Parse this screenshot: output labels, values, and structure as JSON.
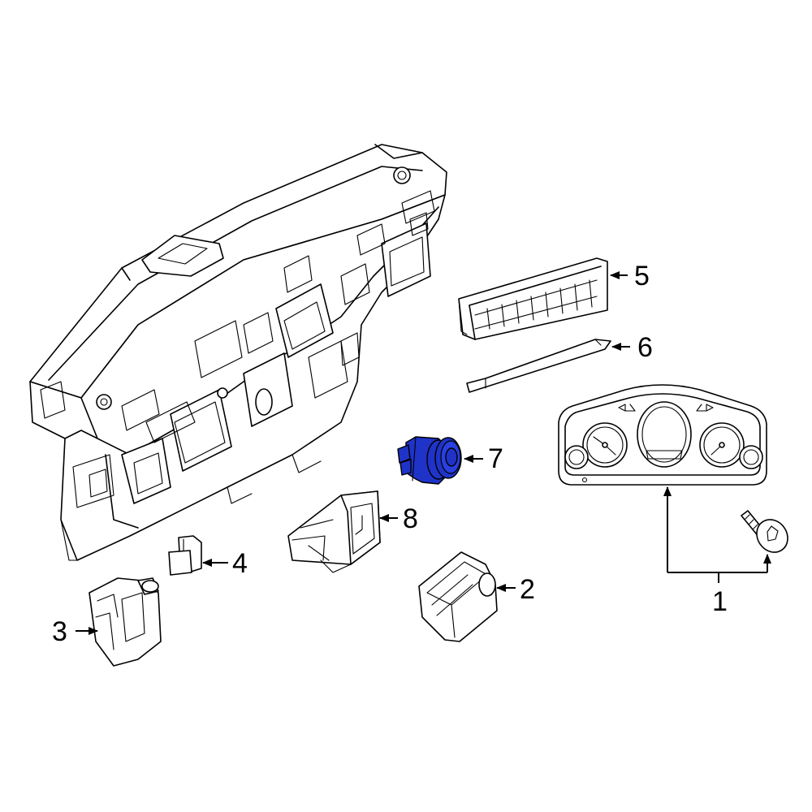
{
  "highlight_color": "#1f33c8",
  "callouts": [
    {
      "id": "1",
      "label": "1"
    },
    {
      "id": "2",
      "label": "2"
    },
    {
      "id": "3",
      "label": "3"
    },
    {
      "id": "4",
      "label": "4"
    },
    {
      "id": "5",
      "label": "5"
    },
    {
      "id": "6",
      "label": "6"
    },
    {
      "id": "7",
      "label": "7"
    },
    {
      "id": "8",
      "label": "8"
    }
  ],
  "highlighted_part": "7"
}
